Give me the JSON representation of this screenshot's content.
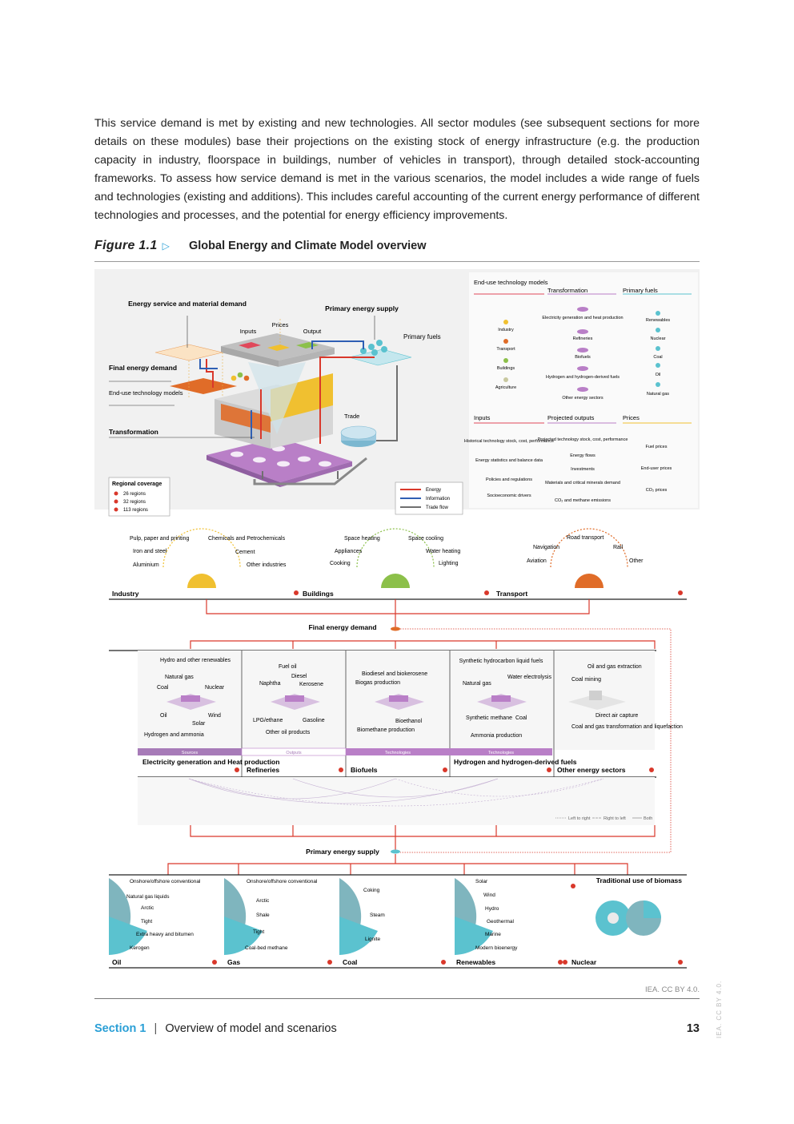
{
  "paragraph": "This service demand is met by existing and new technologies. All sector modules (see subsequent sections for more details on these modules) base their projections on the existing stock of energy infrastructure (e.g. the production capacity in industry, floorspace in buildings, number of vehicles in transport), through detailed stock-accounting frameworks. To assess how service demand is met in the various scenarios, the model includes a wide range of fuels and technologies (existing and additions). This includes careful accounting of the current energy performance of different technologies and processes, and the potential for energy efficiency improvements.",
  "figure": {
    "number": "Figure 1.1",
    "arrow": "▷",
    "title": "Global Energy and Climate Model overview"
  },
  "overview": {
    "energy_service": "Energy service and material demand",
    "primary_supply": "Primary energy supply",
    "primary_fuels": "Primary fuels",
    "prices": "Prices",
    "inputs": "Inputs",
    "output": "Output",
    "final_demand": "Final energy demand",
    "end_use": "End-use technology models",
    "transformation": "Transformation",
    "trade": "Trade",
    "regional_title": "Regional coverage",
    "regions": [
      "26 regions",
      "32 regions",
      "113 regions"
    ],
    "flow_legend": [
      "Energy",
      "Information",
      "Trade flow"
    ]
  },
  "legend": {
    "end_use_title": "End-use technology models",
    "end_use_items": [
      "Industry",
      "Transport",
      "Buildings",
      "Agriculture"
    ],
    "transformation_title": "Transformation",
    "transformation_items": [
      "Electricity generation and heat production",
      "Refineries",
      "Biofuels",
      "Hydrogen and hydrogen-derived fuels",
      "Other energy sectors"
    ],
    "primary_fuels_title": "Primary fuels",
    "primary_fuels_items": [
      "Renewables",
      "Nuclear",
      "Coal",
      "Oil",
      "Natural gas"
    ],
    "inputs_title": "Inputs",
    "inputs_items": [
      "Historical technology stock, cost, performance",
      "Energy statistics and balance data",
      "Policies and regulations",
      "Socioeconomic drivers"
    ],
    "projected_title": "Projected outputs",
    "projected_items": [
      "Projected technology stock, cost, performance",
      "Energy flows",
      "Investments",
      "Materials and critical minerals demand",
      "CO₂ and methane emissions"
    ],
    "prices_title": "Prices",
    "prices_items": [
      "Fuel prices",
      "End-user prices",
      "CO₂ prices"
    ]
  },
  "sectors": {
    "industry": {
      "label": "Industry",
      "items": [
        "Pulp, paper and printing",
        "Chemicals and Petrochemicals",
        "Iron and steel",
        "Cement",
        "Aluminium",
        "Other industries"
      ]
    },
    "buildings": {
      "label": "Buildings",
      "items": [
        "Space heating",
        "Space cooling",
        "Appliances",
        "Water heating",
        "Cooking",
        "Lighting"
      ]
    },
    "transport": {
      "label": "Transport",
      "items": [
        "Road transport",
        "Navigation",
        "Rail",
        "Aviation",
        "Other"
      ]
    }
  },
  "final_energy_demand": "Final energy demand",
  "transformation_modules": {
    "electricity": {
      "label": "Electricity generation and Heat production",
      "items": [
        "Hydro and other renewables",
        "Natural gas",
        "Coal",
        "Nuclear",
        "Oil",
        "Wind",
        "Solar",
        "Hydrogen and ammonia"
      ]
    },
    "refineries": {
      "label": "Refineries",
      "items": [
        "Fuel oil",
        "Naphtha",
        "Diesel",
        "Kerosene",
        "LPG/ethane",
        "Gasoline",
        "Other oil products"
      ]
    },
    "biofuels": {
      "label": "Biofuels",
      "items": [
        "Biodiesel and biokerosene",
        "Biogas production",
        "Bioethanol",
        "Biomethane production"
      ]
    },
    "hydrogen": {
      "label": "Hydrogen and hydrogen-derived fuels",
      "items": [
        "Synthetic hydrocarbon liquid fuels",
        "Natural gas",
        "Water electrolysis",
        "Synthetic methane",
        "Coal",
        "Ammonia production"
      ]
    },
    "other": {
      "label": "Other energy sectors",
      "items": [
        "Oil and gas extraction",
        "Coal mining",
        "Direct air capture",
        "Coal and gas transformation and liquefaction"
      ]
    },
    "tabs": [
      "Sources",
      "Outputs",
      "Technologies",
      "Technologies"
    ]
  },
  "flow_directions": [
    "Left to right",
    "Right to left",
    "Both"
  ],
  "primary_energy_supply": "Primary energy supply",
  "primary_modules": {
    "oil": {
      "label": "Oil",
      "items": [
        "Onshore/offshore conventional",
        "Natural gas liquids",
        "Arctic",
        "Tight",
        "Extra heavy and bitumen",
        "Kerogen"
      ]
    },
    "gas": {
      "label": "Gas",
      "items": [
        "Onshore/offshore conventional",
        "Arctic",
        "Shale",
        "Tight",
        "Coal-bed methane"
      ]
    },
    "coal": {
      "label": "Coal",
      "items": [
        "Coking",
        "Steam",
        "Lignite"
      ]
    },
    "renewables": {
      "label": "Renewables",
      "items": [
        "Solar",
        "Wind",
        "Hydro",
        "Geothermal",
        "Marine",
        "Modern bioenergy"
      ]
    },
    "nuclear": {
      "label": "Nuclear"
    },
    "biomass": {
      "label": "Traditional use of biomass"
    }
  },
  "credit": "IEA. CC BY 4.0.",
  "footer": {
    "section": "Section 1",
    "separator": "|",
    "title": "Overview of model and scenarios",
    "page": "13"
  },
  "side_text": "IEA. CC BY 4.0.",
  "colors": {
    "accent": "#2a9fd6",
    "energy": "#d9382b",
    "information": "#2f5fb4",
    "trade": "#707070",
    "transformation": "#b97fc7",
    "yellow": "#f0c030",
    "green": "#8cc04a",
    "orange": "#e06c28",
    "teal": "#5bc2cf"
  }
}
